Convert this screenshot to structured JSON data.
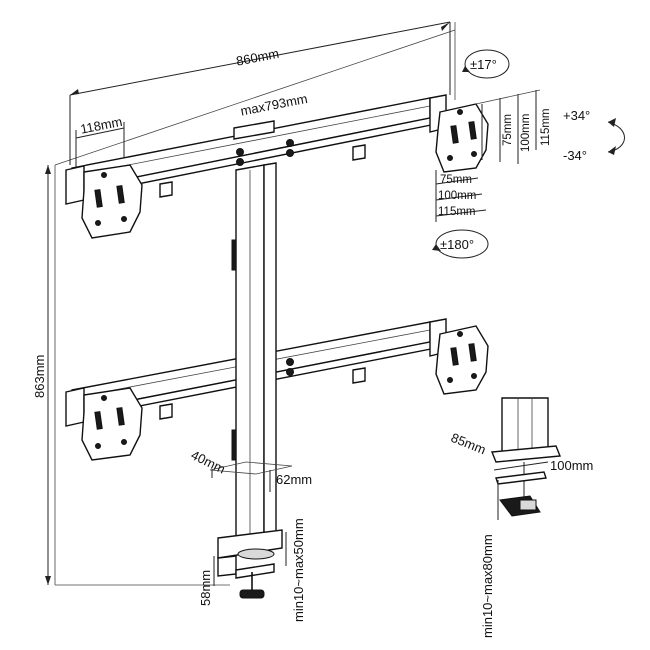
{
  "diagram": {
    "dimensions": {
      "total_width": "860mm",
      "beam_max": "max793mm",
      "arm_offset": "118mm",
      "total_height": "863mm",
      "vesa_75_h": "75mm",
      "vesa_100_h": "100mm",
      "vesa_115_h": "115mm",
      "vesa_75_w": "75mm",
      "vesa_100_w": "100mm",
      "vesa_115_w": "115mm",
      "pole_depth": "40mm",
      "pole_width": "62mm",
      "clamp_height": "58mm",
      "clamp_range": "min10~max50mm",
      "grommet_depth": "85mm",
      "grommet_width": "100mm",
      "grommet_range": "min10~max80mm"
    },
    "rotation": {
      "swivel": "±17°",
      "tilt_up": "+34°",
      "tilt_down": "-34°",
      "rotate": "±180°"
    }
  }
}
